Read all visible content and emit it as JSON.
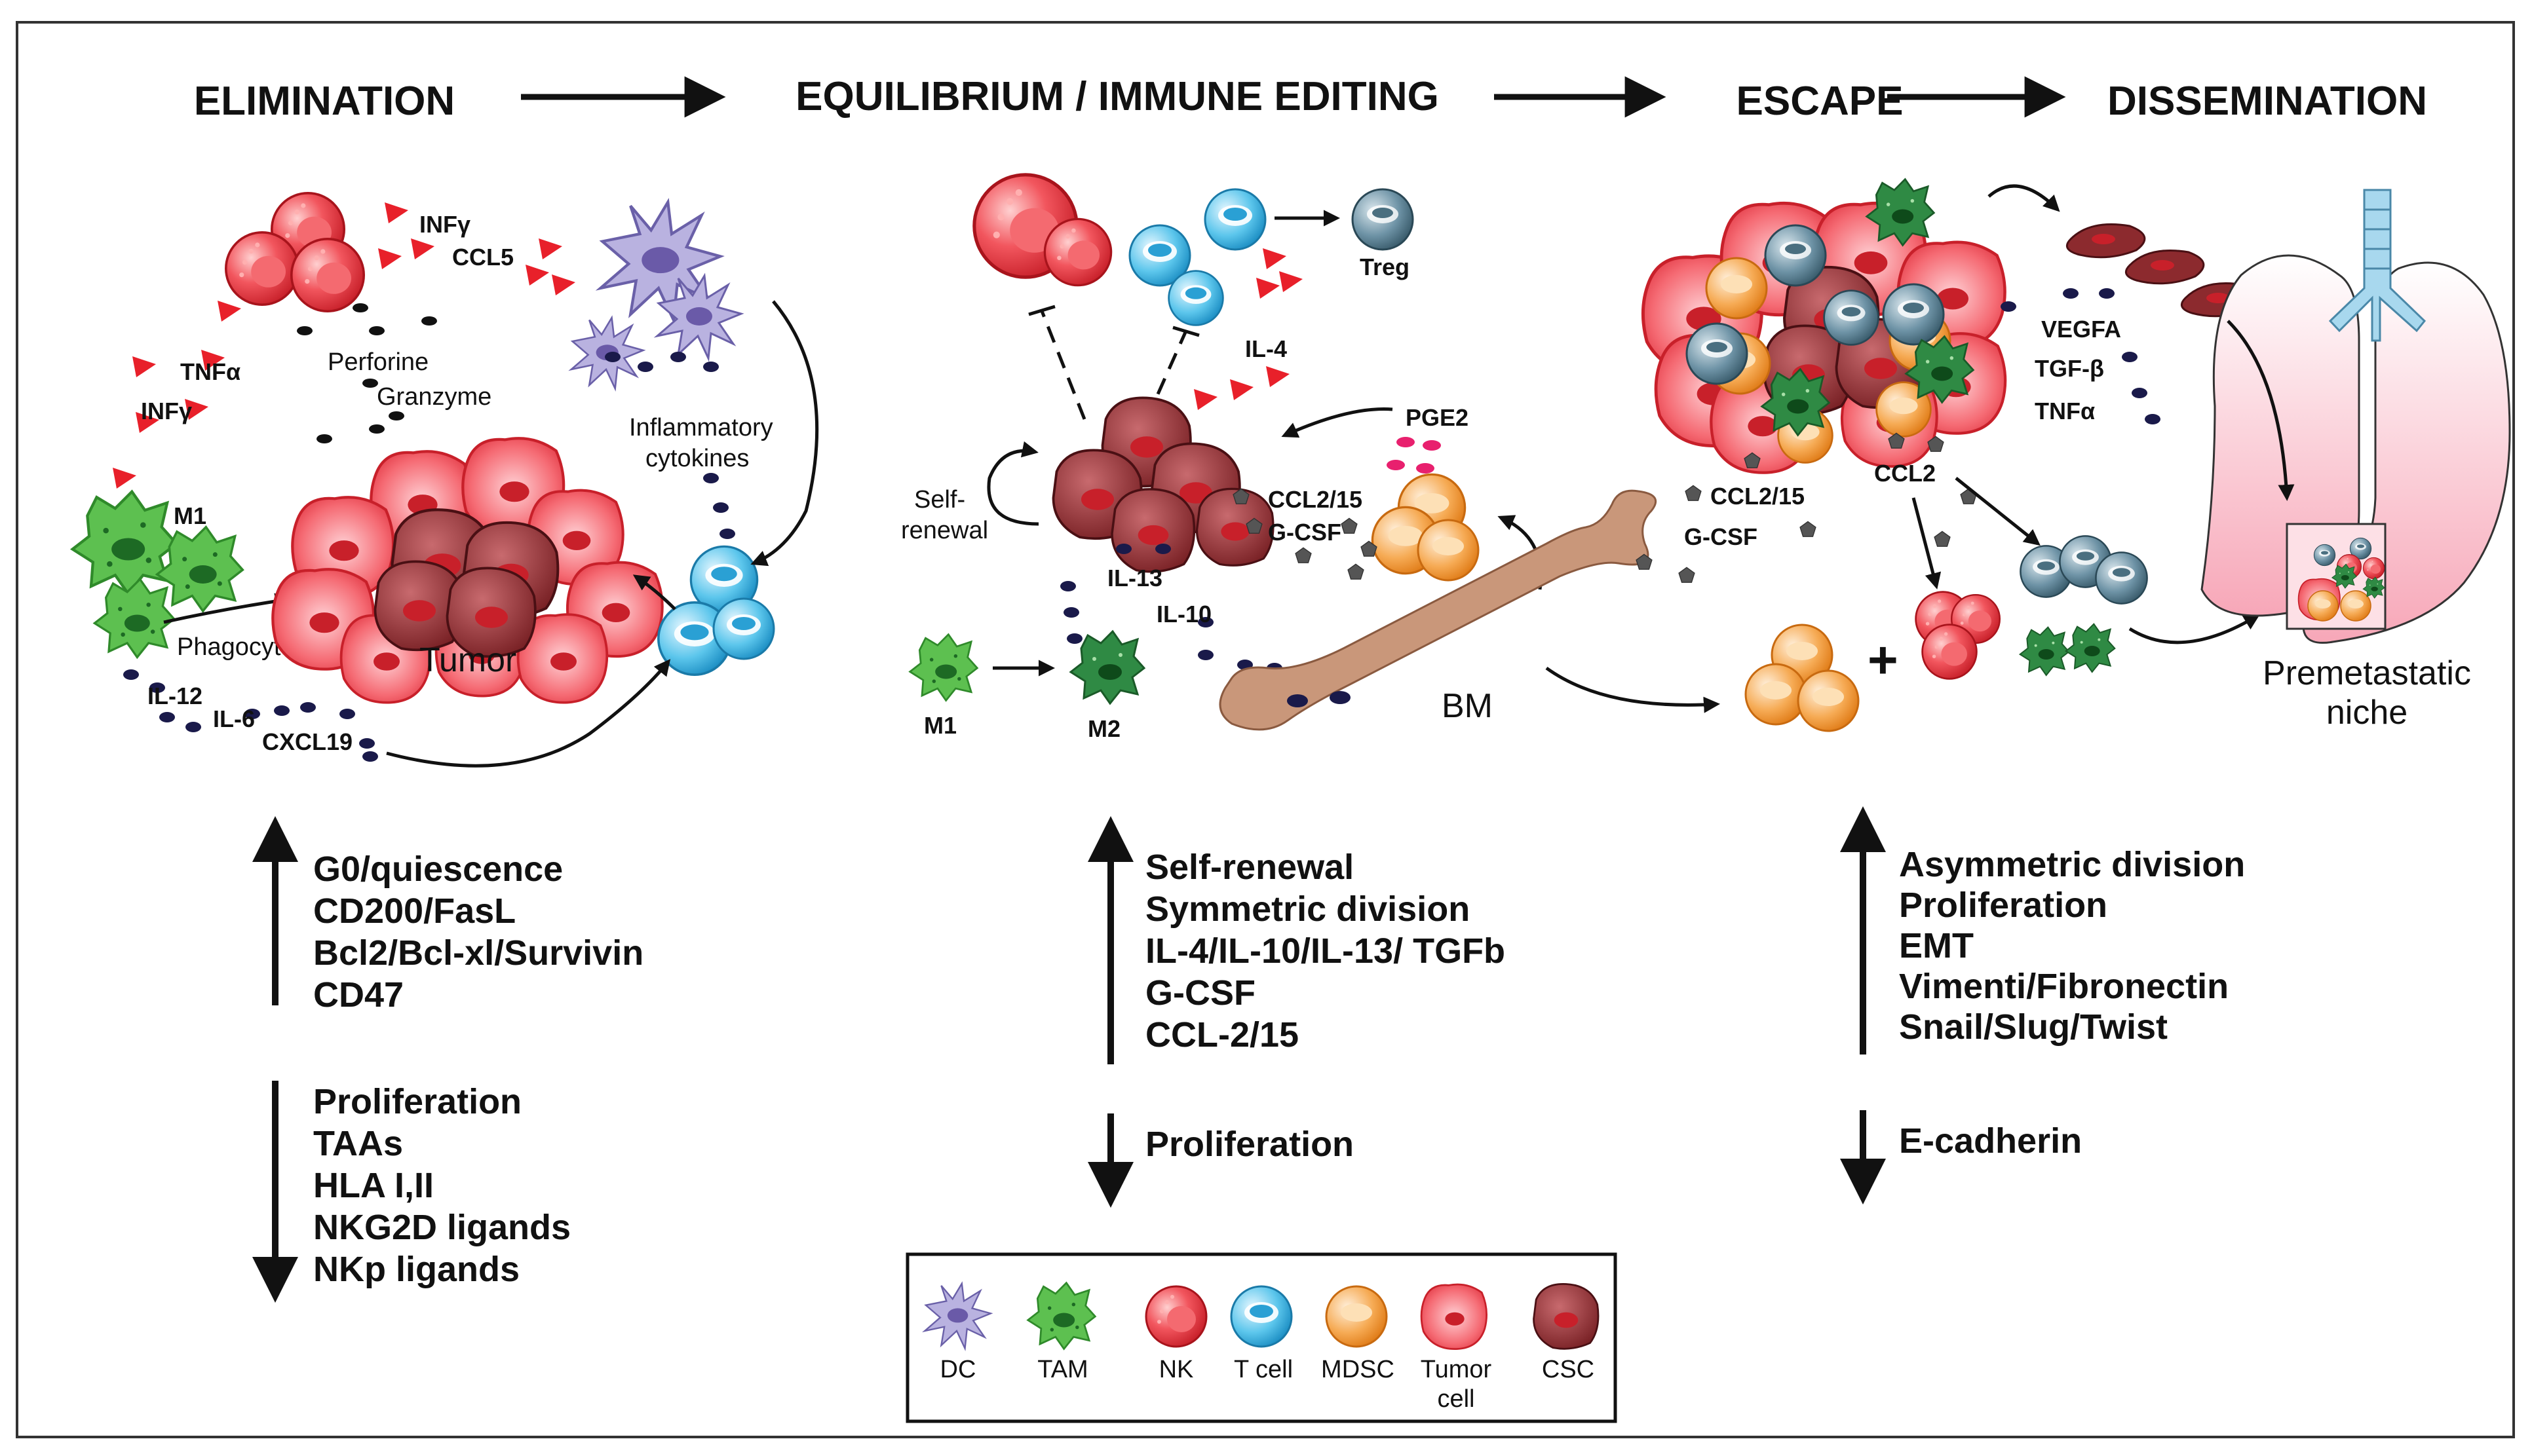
{
  "phases": [
    "ELIMINATION",
    "EQUILIBRIUM / IMMUNE EDITING",
    "ESCAPE",
    "DISSEMINATION"
  ],
  "labels": {
    "infg_top": "INFγ",
    "ccl5": "CCL5",
    "tnfa_left": "TNFα",
    "infg_left": "INFγ",
    "perforine": "Perforine",
    "granzyme": "Granzyme",
    "inflammatory": "Inflammatory",
    "cytokines": "cytokines",
    "m1_left": "M1",
    "phagocytosis": "Phagocytosis",
    "tumor": "Tumor",
    "il12": "IL-12",
    "il6": "IL-6",
    "cxcl19": "CXCL19",
    "treg": "Treg",
    "il4": "IL-4",
    "pge2": "PGE2",
    "self": "Self-",
    "renewal": "renewal",
    "ccl215_mid": "CCL2/15",
    "gcsf_mid": "G-CSF",
    "il13": "IL-13",
    "il10": "IL-10",
    "m1_mid": "M1",
    "m2": "M2",
    "bm": "BM",
    "ccl215_right": "CCL2/15",
    "gcsf_right": "G-CSF",
    "ccl2": "CCL2",
    "vegfa": "VEGFA",
    "tgfb": "TGF-β",
    "tnfa_right": "TNFα",
    "plus": "+",
    "premetastatic": "Premetastatic",
    "niche": "niche"
  },
  "lists": {
    "elimination_up": [
      "G0/quiescence",
      "CD200/FasL",
      "Bcl2/Bcl-xl/Survivin",
      "CD47"
    ],
    "elimination_down": [
      "Proliferation",
      "TAAs",
      "HLA I,II",
      "NKG2D ligands",
      "NKp ligands"
    ],
    "equilibrium_up": [
      "Self-renewal",
      "Symmetric division",
      "IL-4/IL-10/IL-13/ TGFb",
      "G-CSF",
      "CCL-2/15"
    ],
    "equilibrium_down": [
      "Proliferation"
    ],
    "escape_up": [
      "Asymmetric division",
      "Proliferation",
      "EMT",
      "Vimenti/Fibronectin",
      "Snail/Slug/Twist"
    ],
    "escape_down": [
      "E-cadherin"
    ]
  },
  "legend": {
    "dc": "DC",
    "tam": "TAM",
    "nk": "NK",
    "tcell": "T cell",
    "mdsc": "MDSC",
    "tumor1": "Tumor",
    "tumor2": "cell",
    "csc": "CSC"
  },
  "colors": {
    "nk": "#e8333c",
    "tcell": "#3ab4e2",
    "mdsc": "#f39a3c",
    "tumor": "#f0505a",
    "csc": "#8c2a2e",
    "tam": "#4fb848",
    "m2": "#2a7a3a",
    "dc": "#9a90cc",
    "treg": "#4a6f80",
    "bone": "#c9977a",
    "cytokine_red": "#e8202a",
    "dot": "#1a1a4a"
  }
}
